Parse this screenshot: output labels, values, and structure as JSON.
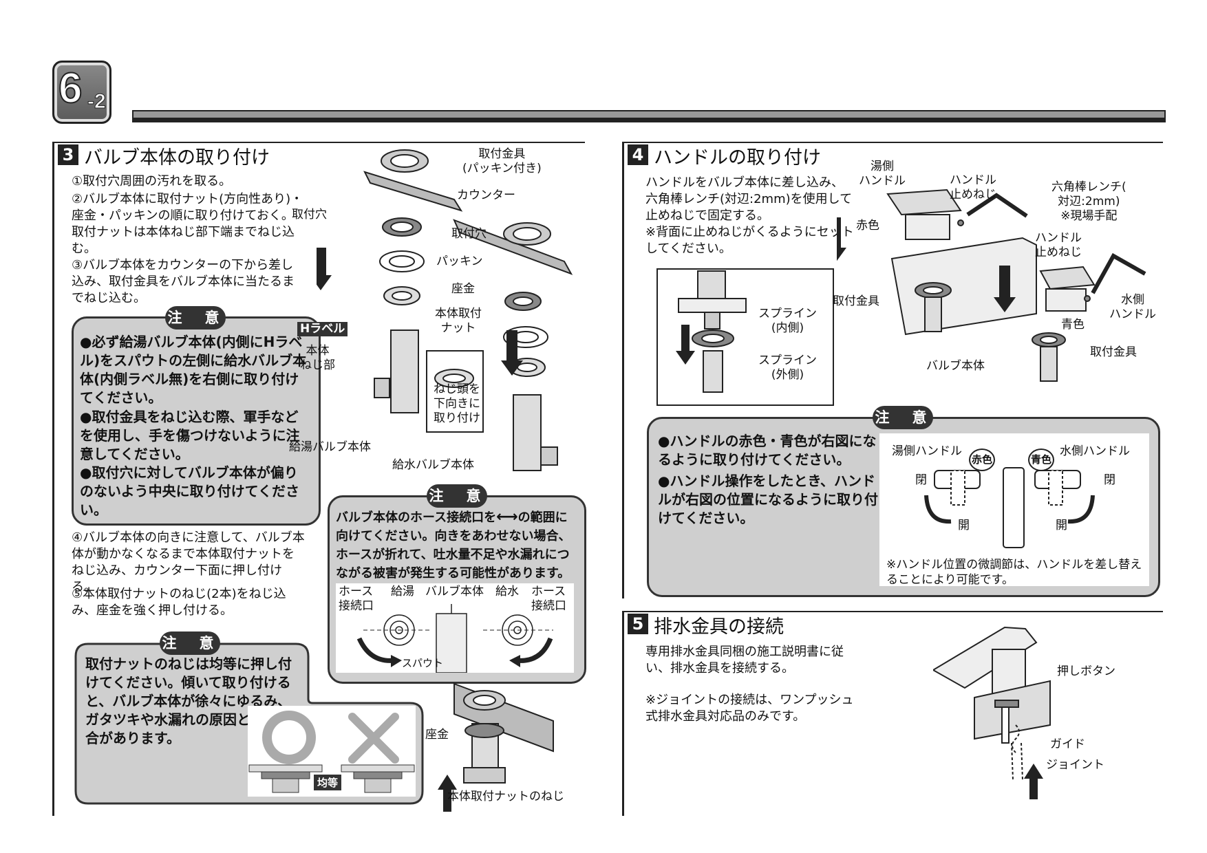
{
  "header": {
    "step_num": "6",
    "step_sub": "-2"
  },
  "sec3": {
    "num": "3",
    "title": "バルブ本体の取り付け",
    "steps": [
      "①取付穴周囲の汚れを取る。",
      "②バルブ本体に取付ナット(方向性あり)・座金・パッキンの順に取り付けておく。取付ナットは本体ねじ部下端までねじ込む。",
      "③バルブ本体をカウンターの下から差し込み、取付金具をバルブ本体に当たるまでねじ込む。"
    ],
    "caution1": {
      "tag": "注　意",
      "items": [
        "●必ず給湯バルブ本体(内側にHラベル)をスパウトの左側に給水バルブ本体(内側ラベル無)を右側に取り付けてください。",
        "●取付金具をねじ込む際、軍手などを使用し、手を傷つけないように注意してください。",
        "●取付穴に対してバルブ本体が偏りのないよう中央に取り付けてください。"
      ]
    },
    "steps2": [
      "④バルブ本体の向きに注意して、バルブ本体が動かなくなるまで本体取付ナットをねじ込み、カウンター下面に押し付ける。",
      "⑤本体取付ナットのねじ(2本)をねじ込み、座金を強く押し付ける。"
    ],
    "caution2": {
      "tag": "注　意",
      "text": "取付ナットのねじは均等に押し付けてください。傾いて取り付けると、バルブ本体が徐々にゆるみ、ガタツキや水漏れの原因となる場合があります。",
      "even_label": "均等"
    },
    "caution3": {
      "tag": "注　意",
      "text_a": "バルブ本体のホース接続口を",
      "text_b": "の範囲に向けてください。向きをあわせない場合、ホースが折れて、吐水量不足や水漏れにつながる被害が発生する可能性があります。",
      "labels": {
        "hose_l": "ホース接続口",
        "hot": "給湯",
        "valve_body": "バルブ本体",
        "cold": "給水",
        "hose_r": "ホース接続口",
        "spout": "スパウト"
      }
    },
    "diagram": {
      "fitting": "取付金具\n(パッキン付き)",
      "counter": "カウンター",
      "hole_l": "取付穴",
      "hole_r": "取付穴",
      "packing": "パッキン",
      "washer": "座金",
      "body_nut": "本体取付\nナット",
      "h_label": "Hラベル",
      "body_thread": "本体\nねじ部",
      "screw_down": "ねじ頭を\n下向きに\n取り付け",
      "hot_valve": "給湯バルブ本体",
      "cold_valve": "給水バルブ本体",
      "washer2": "座金",
      "nut_screw": "本体取付ナットのねじ"
    }
  },
  "sec4": {
    "num": "4",
    "title": "ハンドルの取り付け",
    "text": "ハンドルをバルブ本体に差し込み、六角棒レンチ(対辺:2mm)を使用して止めねじで固定する。",
    "note": "※背面に止めねじがくるようにセットしてください。",
    "diagram": {
      "hot_handle": "湯側\nハンドル",
      "set_screw_1": "ハンドル\n止めねじ",
      "wrench": "六角棒レンチ(\n対辺:2mm)\n※現場手配",
      "set_screw_2": "ハンドル\n止めねじ",
      "red": "赤色",
      "fitting": "取付金具",
      "cold_handle": "水側\nハンドル",
      "blue": "青色",
      "fitting2": "取付金具",
      "valve_body": "バルブ本体",
      "spline_in": "スプライン\n(内側)",
      "spline_out": "スプライン\n(外側)"
    },
    "caution": {
      "tag": "注　意",
      "items": [
        "●ハンドルの赤色・青色が右図になるように取り付けてください。",
        "●ハンドル操作をしたとき、ハンドルが右図の位置になるように取り付けてください。"
      ],
      "fig": {
        "hot_handle": "湯側ハンドル",
        "red": "赤色",
        "blue": "青色",
        "cold_handle": "水側ハンドル",
        "closed_l": "閉",
        "open_l": "開",
        "closed_r": "閉",
        "open_r": "開"
      },
      "note": "※ハンドル位置の微調節は、ハンドルを差し替えることにより可能です。"
    }
  },
  "sec5": {
    "num": "5",
    "title": "排水金具の接続",
    "text": "専用排水金具同梱の施工説明書に従い、排水金具を接続する。",
    "note": "※ジョイントの接続は、ワンプッシュ式排水金具対応品のみです。",
    "diagram": {
      "push_button": "押しボタン",
      "guide": "ガイド",
      "joint": "ジョイント"
    }
  }
}
